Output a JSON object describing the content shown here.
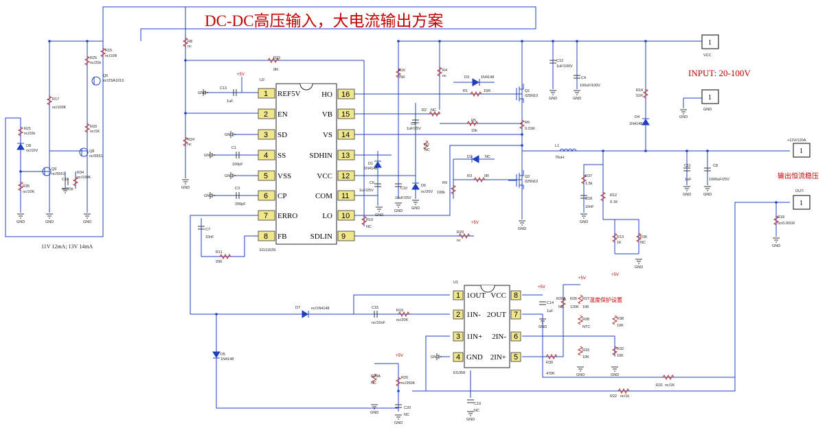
{
  "title": "DC-DC高压输入，大电流输出方案",
  "input_note": "INPUT:    20-100V",
  "output_note": "输出恒流稳压",
  "supply_note": "11V 12mA; 13V 14mA",
  "plus5v": "+5V",
  "gnd": "GND",
  "ports": [
    {
      "num": "1",
      "label": "VCC"
    },
    {
      "num": "1",
      "label": "GND"
    },
    {
      "num": "1",
      "label": "+12V/120A"
    },
    {
      "num": "1",
      "label": "OUT-"
    }
  ],
  "u2": {
    "ref": "U2",
    "part": "EG1163S",
    "left_pins": [
      {
        "num": "1",
        "name": "REF5V"
      },
      {
        "num": "2",
        "name": "EN"
      },
      {
        "num": "3",
        "name": "SD"
      },
      {
        "num": "4",
        "name": "SS"
      },
      {
        "num": "5",
        "name": "VSS"
      },
      {
        "num": "6",
        "name": "CP"
      },
      {
        "num": "7",
        "name": "ERRO"
      },
      {
        "num": "8",
        "name": "FB"
      }
    ],
    "right_pins": [
      {
        "num": "16",
        "name": "HO"
      },
      {
        "num": "15",
        "name": "VB"
      },
      {
        "num": "14",
        "name": "VS"
      },
      {
        "num": "13",
        "name": "SDHIN"
      },
      {
        "num": "12",
        "name": "VCC"
      },
      {
        "num": "11",
        "name": "COM"
      },
      {
        "num": "10",
        "name": "LO"
      },
      {
        "num": "9",
        "name": "SDLIN"
      }
    ]
  },
  "u1": {
    "ref": "U1",
    "part": "EG358",
    "left_pins": [
      {
        "num": "1",
        "name": "1OUT"
      },
      {
        "num": "2",
        "name": "1IN-"
      },
      {
        "num": "3",
        "name": "1IN+"
      },
      {
        "num": "4",
        "name": "GND"
      }
    ],
    "right_pins": [
      {
        "num": "8",
        "name": "VCC"
      },
      {
        "num": "7",
        "name": "2OUT"
      },
      {
        "num": "6",
        "name": "2IN-"
      },
      {
        "num": "5",
        "name": "2IN+"
      }
    ]
  },
  "temp_note": "温度保护设置",
  "components": {
    "r8": "R8",
    "nc": "NC",
    "nc_lc": "nc",
    "r23": "R23",
    "r23v": "0R",
    "r15": "R15",
    "r15v": "nc/10R",
    "r25": "R25",
    "r25v": "nc/20k",
    "q6": "Q6",
    "q6v": "nc/2SA1013",
    "r17": "R17",
    "r17v": "nc/100K",
    "r21": "R21",
    "r21v": "nc/10k",
    "d8": "D8",
    "d8v": "nc/10V",
    "r35": "R35",
    "r35v": "nc/10K",
    "q9": "Q9",
    "q9v": "nc/5551",
    "q8": "Q8",
    "q8v": "nc/5551",
    "r20": "R20",
    "r20v": "nc/1K",
    "r34": "R34",
    "r34v": "nc/100K",
    "c16": "C16",
    "c16v": "nc/10p",
    "r24": "R24",
    "r24v": "nc",
    "c13": "C13",
    "c13v": "1uF",
    "c1": "C1",
    "c1v": "100pF",
    "c3": "C3",
    "c3v": "200pF",
    "c7": "C7",
    "c7v": "10nF",
    "r11": "R11",
    "r11v": "20K",
    "r16": "R16",
    "r16v": "75K",
    "r4": "R4",
    "r4v": "nc",
    "d3": "D3",
    "d3v": "1N4148",
    "r1": "R1",
    "r1v": "15R",
    "q1": "Q1",
    "q1v": "025N10",
    "r2a": "R2",
    "r2av": "NC",
    "c2": "C2",
    "c2v": "1uF/25V",
    "r5": "R5",
    "r5v": "10k",
    "r6": "R6",
    "r6v": "0.01R",
    "r7": "R7",
    "r7v": "NC",
    "d1": "D1",
    "d1v": "1N4148",
    "c6": "C6",
    "c6v": "1uF/25V",
    "c10": "C10",
    "c10v": "10uF/25V",
    "d6": "D6",
    "d6v": "nc/20V",
    "r9": "R9",
    "r9v": "100k",
    "d2": "D2",
    "d2v": "NC",
    "r3": "R3",
    "r3v": "0R",
    "q2": "Q2",
    "q2v": "025N10",
    "r10": "R10",
    "r10v": "NC",
    "r29": "R29",
    "r29v": "nc",
    "c12": "C12",
    "c12v": "1uF/100V",
    "c4": "C4",
    "c4v": "100uF/100V",
    "r14": "R14",
    "r14v": "51R",
    "d4": "D4",
    "d4v": "1N4148",
    "l1": "L1",
    "l1v": "70uH",
    "r37": "R37",
    "r37v": "1.5k",
    "c18": "C18",
    "c18v": "10nF",
    "r12": "R12",
    "r12v": "9.1K",
    "c11": "C11",
    "c11v": "1uF",
    "c8": "C8",
    "c8v": "1000uF/25V",
    "r13": "R13",
    "r13v": "1K",
    "r36": "R36",
    "r36v": "NC",
    "r18": "R18",
    "r18v": "nc/0.001R",
    "d7": "D7",
    "d7v": "nc/1N4148",
    "c15": "C15",
    "c15v": "nc/10nF",
    "r19": "R19",
    "r19v": "nc/20K",
    "d5": "D5",
    "d5v": "1N4148",
    "c14": "C14",
    "c14v": "1uF",
    "r26": "R26A",
    "r26b": "R26",
    "r26v": "120K",
    "r27": "R27",
    "r27v": "10K",
    "r28": "R28",
    "r28v": "NTC",
    "r33": "R33",
    "r33v": "10K",
    "r38": "R38",
    "r38v": "10K",
    "r32": "R32",
    "r32v": "10K",
    "r30": "R30",
    "r30v": "470K",
    "r20a": "R20A",
    "r20b": "R20",
    "r20bv": "nc/250K",
    "c20": "C20",
    "c20v": "NC",
    "c19": "C19",
    "c19v": "NC",
    "r31": "R31",
    "r31v": "nc/1K",
    "r22": "R22",
    "r22v": "nc/1k"
  }
}
